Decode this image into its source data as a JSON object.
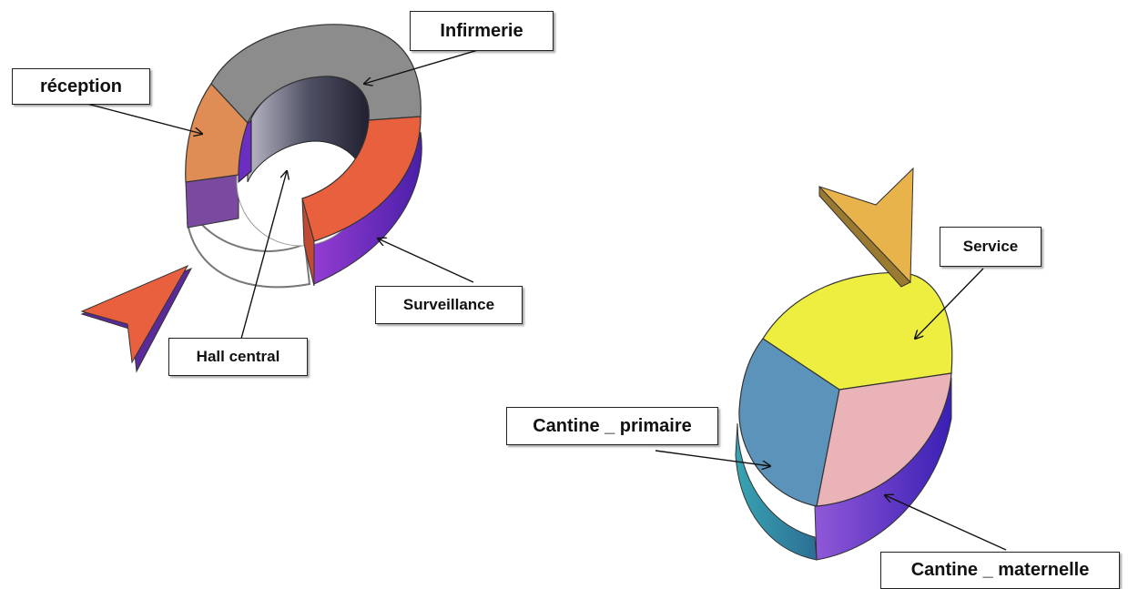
{
  "labels": {
    "reception": "réception",
    "infirmerie": "Infirmerie",
    "surveillance": "Surveillance",
    "hall_central": "Hall central",
    "service": "Service",
    "cantine_primaire": "Cantine _ primaire",
    "cantine_maternelle": "Cantine _ maternelle"
  },
  "colors": {
    "infirmerie": "#8c8c8c",
    "reception": "#df8c55",
    "surveillance": "#e8603e",
    "ring_side": "#6a2fc0",
    "service": "#eeee40",
    "cantine_primaire": "#5c93bb",
    "cantine_maternelle": "#eab3b8",
    "arrow_left": "#e8603e",
    "arrow_top": "#e8b34a"
  }
}
